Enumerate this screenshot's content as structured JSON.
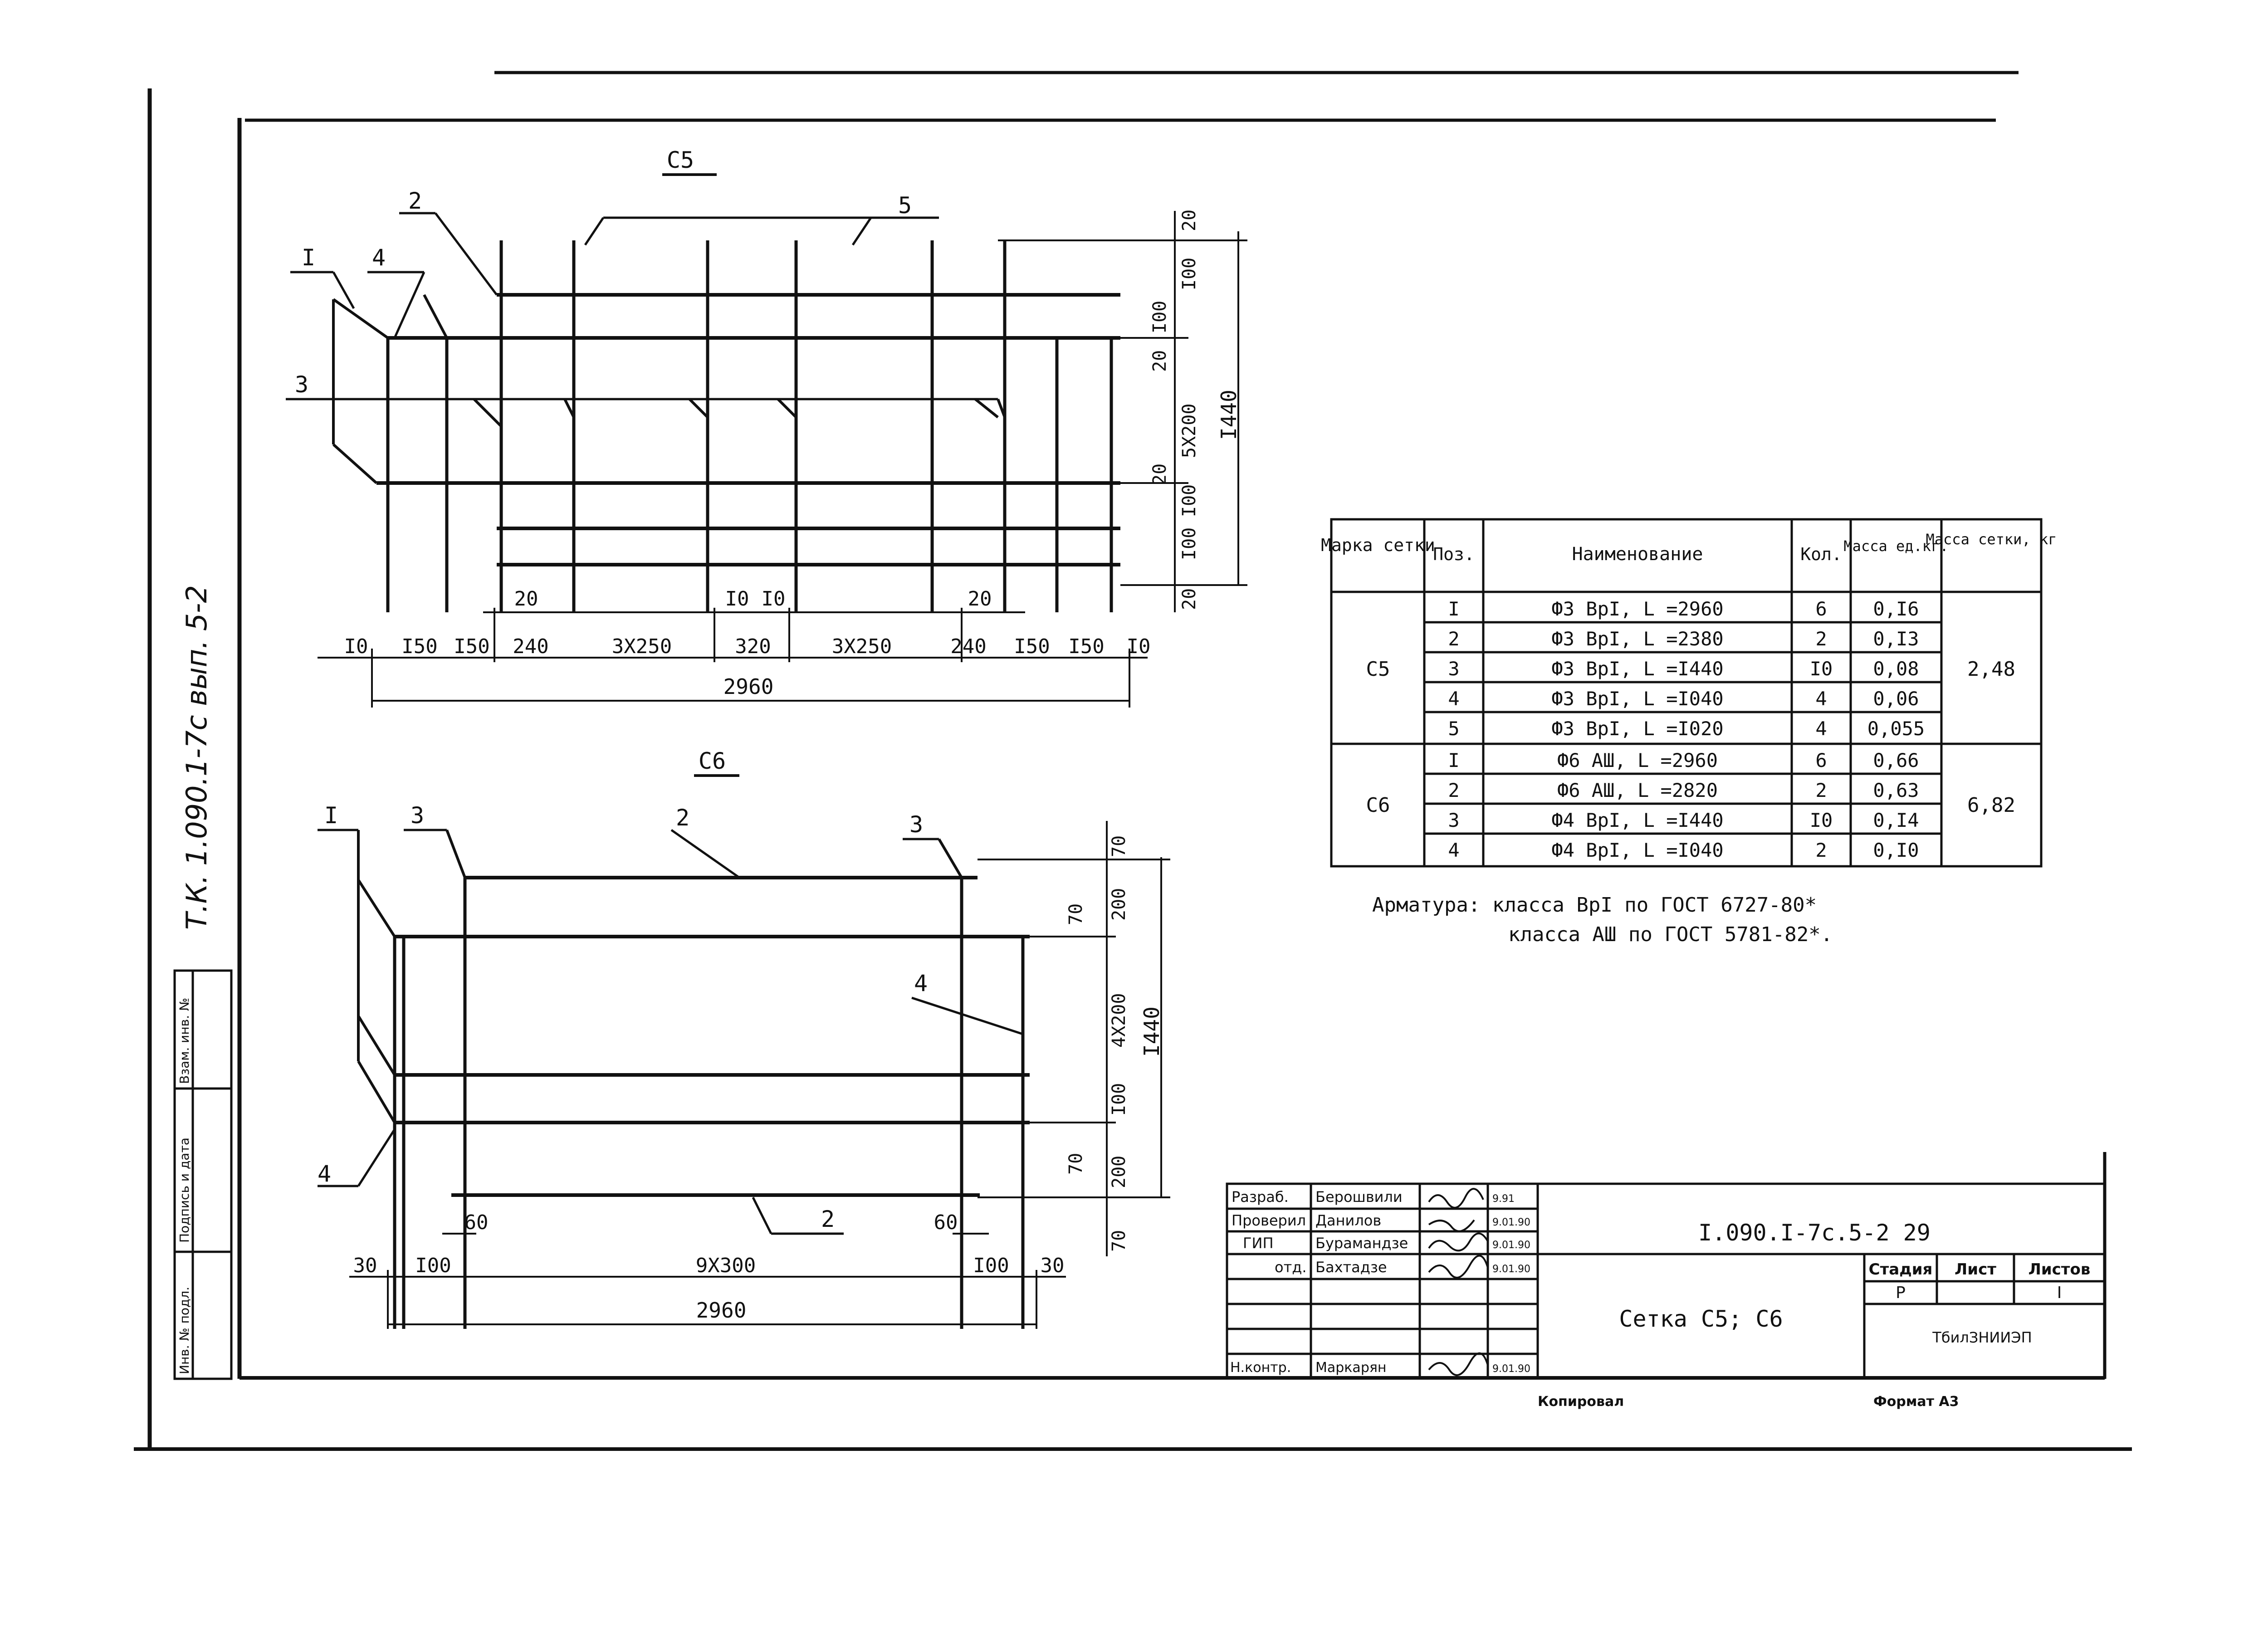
{
  "side_stamp": {
    "code": "Т.К. 1.090.1-7с  вып. 5-2",
    "fields": [
      "Взам. инв. №",
      "Подпись и дата",
      "Инв. № подл."
    ]
  },
  "drawing_c5": {
    "title": "С5",
    "callouts": [
      "I",
      "2",
      "4",
      "5",
      "3"
    ],
    "dims_bottom": [
      "I0",
      "I50",
      "I50",
      "240",
      "3X250",
      "320",
      "3X250",
      "240",
      "I50",
      "I50",
      "I0"
    ],
    "dims_small": [
      "20",
      "I0",
      "I0",
      "20"
    ],
    "total_width": "2960",
    "dims_right": [
      "20",
      "I00",
      "I00",
      "20",
      "5X200",
      "20",
      "I00",
      "I00",
      "20"
    ],
    "total_height": "I440"
  },
  "drawing_c6": {
    "title": "С6",
    "callouts": [
      "I",
      "3",
      "2",
      "3",
      "4",
      "4",
      "2"
    ],
    "dims_bottom": [
      "30",
      "I00",
      "9X300",
      "I00",
      "30"
    ],
    "dims_small": [
      "60",
      "60"
    ],
    "total_width": "2960",
    "dims_right": [
      "70",
      "200",
      "70",
      "4X200",
      "I00",
      "70",
      "200",
      "70"
    ],
    "total_height": "I440"
  },
  "spec_table": {
    "headers": [
      "Марка сетки",
      "Поз.",
      "Наименование",
      "Кол.",
      "Масса ед.кг.",
      "Масса сетки, кг"
    ],
    "groups": [
      {
        "mark": "С5",
        "total_mass": "2,48",
        "rows": [
          {
            "pos": "I",
            "name": "Ф3 ВрI, L =2960",
            "qty": "6",
            "mass": "0,I6"
          },
          {
            "pos": "2",
            "name": "Ф3 ВрI, L =2380",
            "qty": "2",
            "mass": "0,I3"
          },
          {
            "pos": "3",
            "name": "Ф3 ВрI, L =I440",
            "qty": "I0",
            "mass": "0,08"
          },
          {
            "pos": "4",
            "name": "Ф3 ВрI, L =I040",
            "qty": "4",
            "mass": "0,06"
          },
          {
            "pos": "5",
            "name": "Ф3 ВрI, L =I020",
            "qty": "4",
            "mass": "0,055"
          }
        ]
      },
      {
        "mark": "С6",
        "total_mass": "6,82",
        "rows": [
          {
            "pos": "I",
            "name": "Ф6 АШ, L =2960",
            "qty": "6",
            "mass": "0,66"
          },
          {
            "pos": "2",
            "name": "Ф6 АШ, L =2820",
            "qty": "2",
            "mass": "0,63"
          },
          {
            "pos": "3",
            "name": "Ф4 ВрI, L =I440",
            "qty": "I0",
            "mass": "0,I4"
          },
          {
            "pos": "4",
            "name": "Ф4 ВрI, L =I040",
            "qty": "2",
            "mass": "0,I0"
          }
        ]
      }
    ]
  },
  "notes": {
    "line1": "Арматура:  класса ВрI по ГОСТ 6727-80*",
    "line2": "класса АШ  по ГОСТ 5781-82*."
  },
  "title_block": {
    "roles": [
      "Разраб.",
      "Проверил",
      "ГИП",
      "отд.",
      "",
      "",
      "Н.контр."
    ],
    "names": [
      "Берошвили",
      "Данилов",
      "Бурамандзе",
      "Бахтадзе",
      "",
      "",
      "Маркарян"
    ],
    "dates": [
      "9.91",
      "9.01.90",
      "9.01.90",
      "9.01.90",
      "",
      "",
      "9.01.90"
    ],
    "doc_code": "I.090.I-7с.5-2 29",
    "sheet_title": "Сетка  С5; С6",
    "stage_headers": [
      "Стадия",
      "Лист",
      "Листов"
    ],
    "stage_values": [
      "Р",
      "",
      "I"
    ],
    "org": "ТбилЗНИИЭП"
  },
  "footer": {
    "copied": "Копировал",
    "format": "Формат А3"
  }
}
